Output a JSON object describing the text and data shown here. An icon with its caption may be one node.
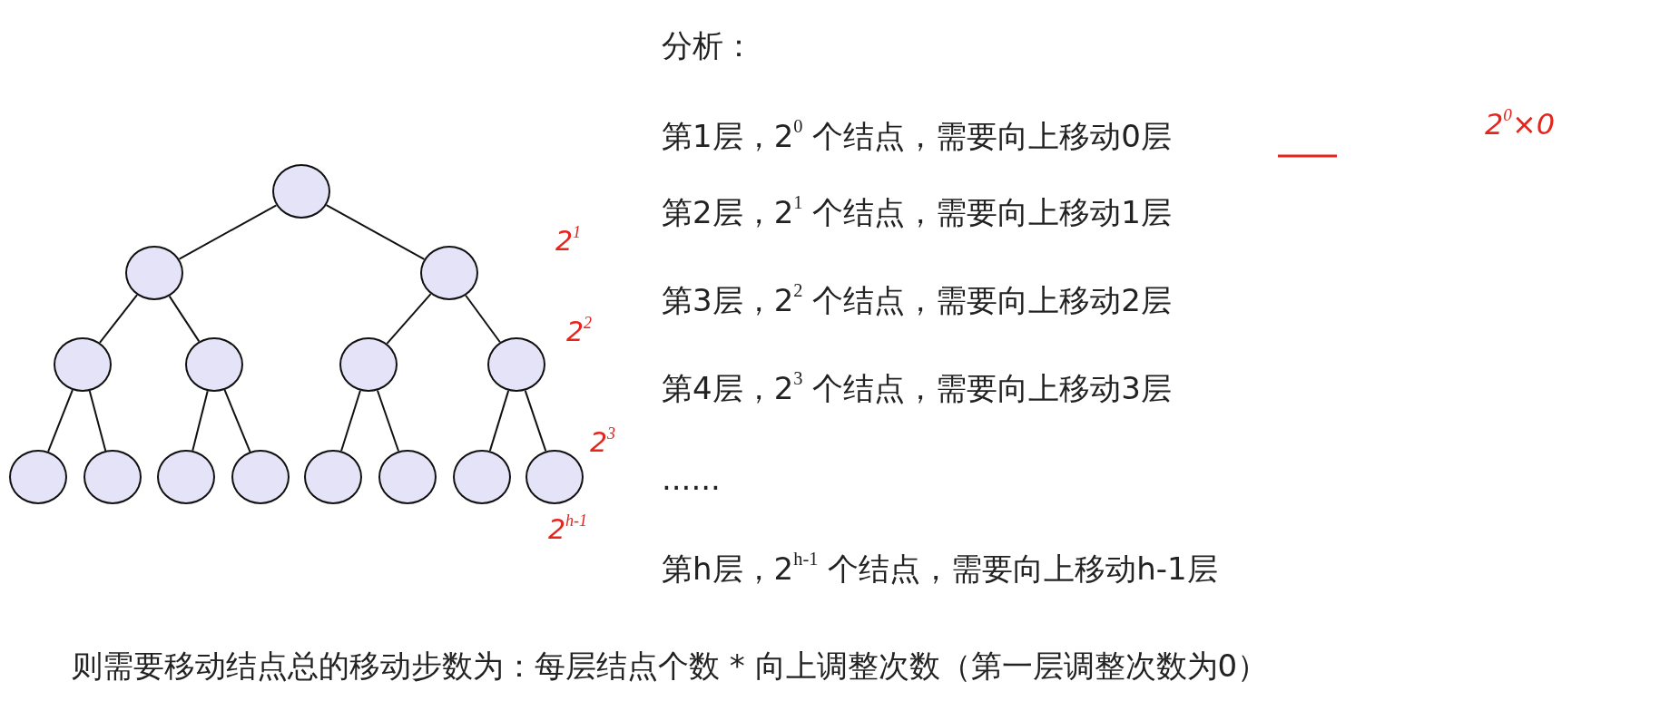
{
  "diagram": {
    "nodes": [
      {
        "text": [],
        "shape": "circle"
      },
      {
        "text": [],
        "shape": "circle"
      },
      {
        "text": [],
        "shape": "circle"
      },
      {
        "text": [],
        "shape": "circle"
      },
      {
        "text": [],
        "shape": "circle"
      },
      {
        "text": [],
        "shape": "circle"
      },
      {
        "text": [],
        "shape": "circle"
      },
      {
        "text": [],
        "shape": "circle"
      },
      {
        "text": [],
        "shape": "circle"
      },
      {
        "text": [],
        "shape": "circle"
      },
      {
        "text": [],
        "shape": "circle"
      },
      {
        "text": [],
        "shape": "circle"
      },
      {
        "text": [],
        "shape": "circle"
      },
      {
        "text": [],
        "shape": "circle"
      },
      {
        "text": [],
        "shape": "circle"
      }
    ],
    "edges": [
      {
        "from": 0,
        "to": 1,
        "arrow": "none"
      },
      {
        "from": 0,
        "to": 2,
        "arrow": "none"
      },
      {
        "from": 1,
        "to": 3,
        "arrow": "none"
      },
      {
        "from": 1,
        "to": 4,
        "arrow": "none"
      },
      {
        "from": 2,
        "to": 5,
        "arrow": "none"
      },
      {
        "from": 2,
        "to": 6,
        "arrow": "none"
      },
      {
        "from": 3,
        "to": 7,
        "arrow": "none"
      },
      {
        "from": 3,
        "to": 8,
        "arrow": "none"
      },
      {
        "from": 4,
        "to": 9,
        "arrow": "none"
      },
      {
        "from": 4,
        "to": 10,
        "arrow": "none"
      },
      {
        "from": 5,
        "to": 11,
        "arrow": "none"
      },
      {
        "from": 5,
        "to": 12,
        "arrow": "none"
      },
      {
        "from": 6,
        "to": 13,
        "arrow": "none"
      },
      {
        "from": 6,
        "to": 14,
        "arrow": "none"
      }
    ],
    "labels": [
      "分析：",
      "第1层，2$^{0}$ 个结点，需要向上移动0层",
      "2$^{0}$×0",
      "第2层，2$^{1}$ 个结点，需要向上移动1层",
      "2$^{1}$",
      "第3层，2$^{2}$ 个结点，需要向上移动2层",
      "2$^{2}$",
      "第4层，2$^{3}$ 个结点，需要向上移动3层",
      "2$^{3}$",
      "......",
      "2$^{h-1}$",
      "第h层，2$^{h-1}$ 个结点，需要向上移动h-1层",
      "则需要移动结点总的移动步数为：每层结点个数 * 向上调整次数（第一层调整次数为0）"
    ]
  }
}
